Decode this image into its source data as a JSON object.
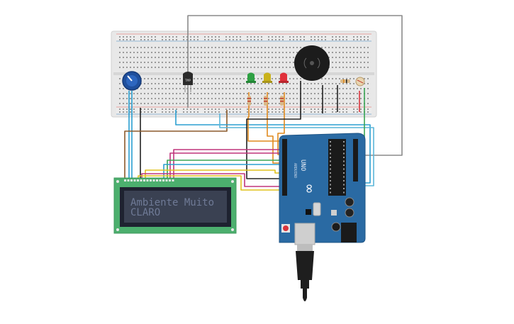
{
  "lcd": {
    "line1": "Ambiente Muito",
    "line2": "CLARO"
  },
  "arduino": {
    "board_label": "UNO",
    "brand_label": "ARDUINO",
    "maker_label": "∞"
  },
  "sensor": {
    "tmp_label": "TMP"
  },
  "colors": {
    "breadboard": "#e6e6e6",
    "arduino_blue": "#2a6aa3",
    "lcd_green": "#4caf6e",
    "lcd_screen": "#3a4152",
    "lcd_text": "#6f7a96",
    "wire_gray": "#8a8a8a",
    "wire_orange": "#e08a1e",
    "wire_blue": "#2b9fd0",
    "wire_magenta": "#c0357c",
    "wire_green": "#3aa655",
    "wire_yellow": "#e0c21e",
    "wire_brown": "#8b5a2b",
    "wire_black": "#222222",
    "led_green": "#2ea043",
    "led_yellow": "#c9b21c",
    "led_red": "#e0303a"
  }
}
